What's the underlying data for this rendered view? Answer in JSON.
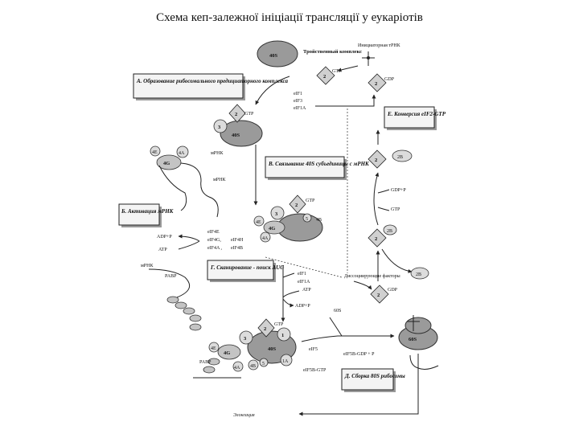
{
  "title": "Схема кеп-залежної ініціації трансляції у еукаріотів",
  "nodes": {
    "s40_top": "40S",
    "s40_mid": "40S",
    "s60": "60S",
    "s60_bottom": "60S",
    "ternary_complex": "Тройственный комплекс",
    "initiator_trna": "Инициаторная тРНК",
    "gtp": "GTP",
    "gdp": "GDP",
    "factor_2": "2",
    "factor_3": "3",
    "factor_4g": "4G",
    "factor_4a": "4A",
    "factor_4e": "4E",
    "factor_4b": "4B",
    "factor_5": "5",
    "factor_2b": "2B",
    "factor_1": "1",
    "factor_1a": "1A",
    "mrna": "мРНК",
    "pabp": "PABP",
    "atp": "ATP",
    "adp_p": "ADP+P",
    "gdp_p": "GDP+P",
    "eif1": "eIF1",
    "eif1a": "eIF1A",
    "eif3": "eIF3",
    "eif5": "eIF5",
    "eif4e": "eIF4E",
    "eif4g": "eIF4G,",
    "eif4h": "eIF4H",
    "eif4a": "eIF4A ,",
    "eif4b": "eIF4B",
    "eif5_gdp_p": "eIF5B-GDP + P",
    "eif5b_gtp": "eIF5B-GTP",
    "dissociation_factors": "Диссоциирующие факторы",
    "elongation": "Элонгация"
  },
  "stages": {
    "a": "А. Образование рибосомального предициаторного комплекса",
    "b": "В. Связывание 40S субъединицы с мРНК",
    "v": "Б. Активация мРНК",
    "g": "Г. Сканирование - поиск AUG",
    "d": "Д. Сборка 80S рибосомы",
    "e": "Е. Конверсия eIF2-GTP"
  }
}
